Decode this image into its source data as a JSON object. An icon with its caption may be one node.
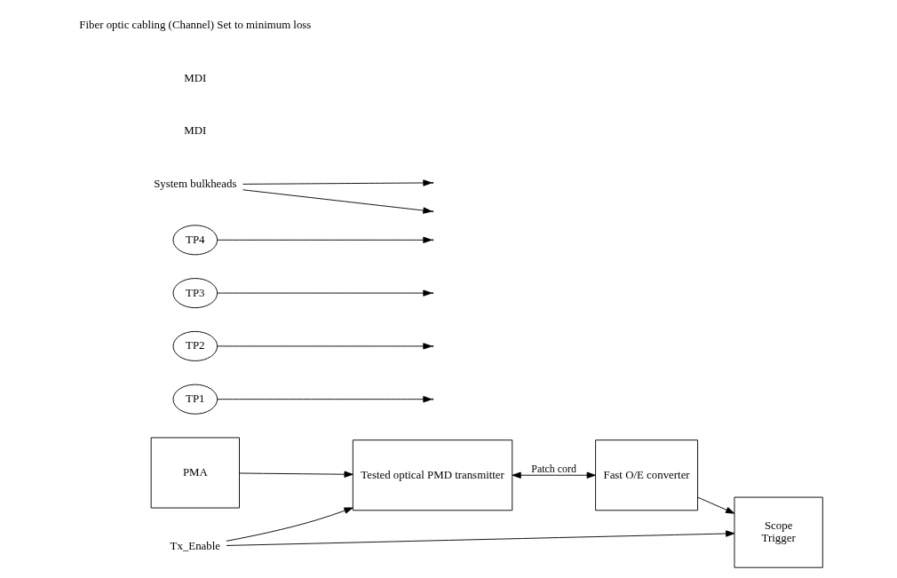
{
  "diagram": {
    "nodes": [
      {
        "text": [
          "PMA"
        ]
      },
      {
        "text": [
          "Tested optical PMD transmitter"
        ]
      },
      {
        "text": [
          "Fast O/E converter"
        ]
      },
      {
        "text": [
          "Scope",
          "Trigger"
        ]
      },
      {
        "text": [
          "TP1"
        ]
      },
      {
        "text": [
          "TP2"
        ]
      },
      {
        "text": [
          "TP3"
        ]
      },
      {
        "text": [
          "TP4"
        ]
      },
      {
        "text": [
          "Tx_Enable"
        ]
      },
      {
        "text": [
          "System bulkheads"
        ]
      }
    ],
    "edges": [
      {
        "from": 0,
        "to": 1,
        "arrow": "to"
      },
      {
        "from": 1,
        "to": 2,
        "arrow": "both",
        "label": "Patch cord"
      },
      {
        "from": 2,
        "to": 3,
        "arrow": "to"
      },
      {
        "from": 4,
        "to": null,
        "arrow": "to"
      },
      {
        "from": 5,
        "to": null,
        "arrow": "to"
      },
      {
        "from": 6,
        "to": null,
        "arrow": "to"
      },
      {
        "from": 7,
        "to": null,
        "arrow": "to"
      },
      {
        "from": 8,
        "to": 1,
        "arrow": "to"
      },
      {
        "from": 8,
        "to": 3,
        "arrow": "to"
      },
      {
        "from": 9,
        "to": null,
        "arrow": "to"
      },
      {
        "from": 9,
        "to": null,
        "arrow": "to"
      }
    ],
    "labels": [
      "MDI",
      "MDI",
      "Fiber optic cabling (Channel) Set to minimum loss"
    ]
  }
}
